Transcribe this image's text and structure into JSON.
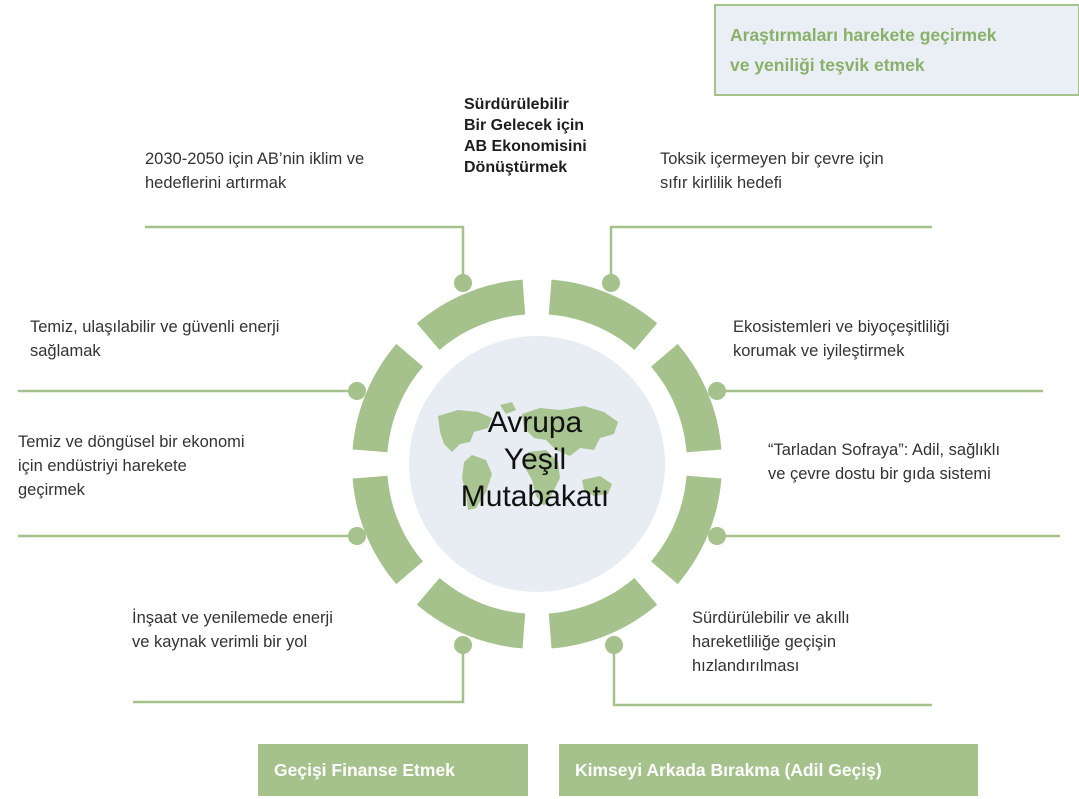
{
  "center_title": "Avrupa\nYeşil\nMutabakatı",
  "header_box": "Araştırmaları harekete geçirmek\nve yeniliği teşvik etmek",
  "top_title": "Sürdürülebilir\nBir Gelecek için\nAB Ekonomisini\nDönüştürmek",
  "left_items": [
    "2030-2050 için AB’nin iklim ve\nhedeflerini artırmak",
    "Temiz, ulaşılabilir ve güvenli enerji\nsağlamak",
    "Temiz ve döngüsel bir ekonomi\niçin endüstriyi harekete\ngeçirmek",
    "İnşaat ve yenilemede enerji\nve kaynak verimli bir yol"
  ],
  "right_items": [
    "Toksik içermeyen bir çevre için\nsıfır kirlilik hedefi",
    "Ekosistemleri ve biyoçeşitliliği\nkorumak ve iyileştirmek",
    "“Tarladan Sofraya”: Adil, sağlıklı\nve çevre dostu bir gıda sistemi",
    "Sürdürülebilir ve akıllı\nhareketliliğe geçişin\nhızlandırılması"
  ],
  "bottom_boxes": [
    "Geçişi Finanse Etmek",
    "Kimseyi Arkada Bırakma (Adil Geçiş)"
  ],
  "colors": {
    "accent_green": "#a5c28c",
    "center_fill": "#e8edf3",
    "map_fill": "#a5c28c",
    "text": "#333333"
  }
}
